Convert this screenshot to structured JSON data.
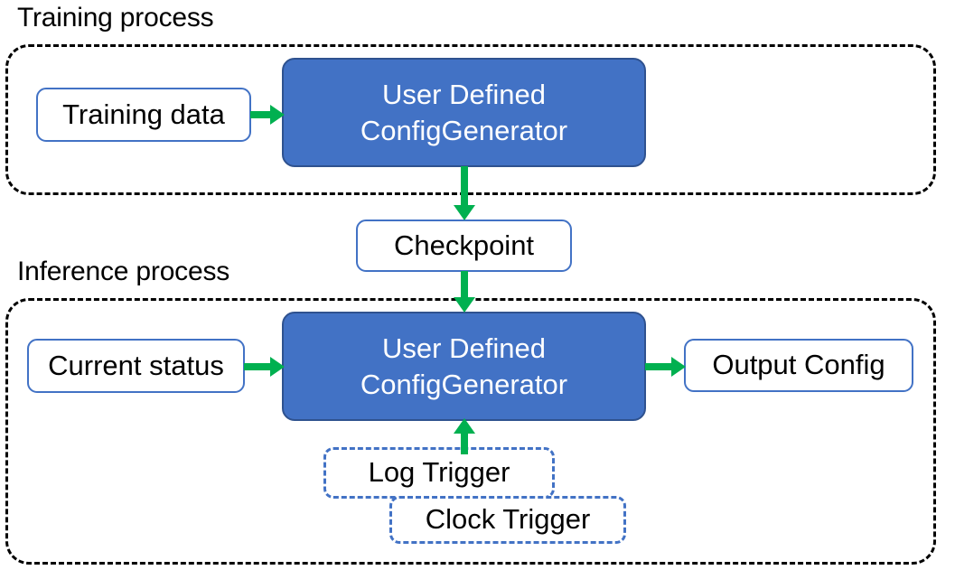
{
  "diagram": {
    "title_visible": false,
    "colors": {
      "process_fill": "#4272C5",
      "process_border": "#2F528F",
      "node_border": "#4272C5",
      "arrow": "#00B050",
      "group_border": "#000000",
      "node_fill": "#FFFFFF",
      "process_text": "#FFFFFF",
      "node_text": "#000000"
    },
    "sections": [
      {
        "id": "training",
        "caption": "Training process"
      },
      {
        "id": "inference",
        "caption": "Inference process"
      }
    ],
    "nodes": {
      "training_data": {
        "label": "Training data",
        "style": "solid-outline",
        "section": "training"
      },
      "generator_training": {
        "line1": "User Defined",
        "line2": "ConfigGenerator",
        "style": "filled-blue",
        "section": "training"
      },
      "checkpoint": {
        "label": "Checkpoint",
        "style": "solid-outline",
        "section": "between"
      },
      "current_status": {
        "label": "Current status",
        "style": "solid-outline",
        "section": "inference"
      },
      "generator_inference": {
        "line1": "User Defined",
        "line2": "ConfigGenerator",
        "style": "filled-blue",
        "section": "inference"
      },
      "output_config": {
        "label": "Output Config",
        "style": "solid-outline",
        "section": "inference"
      },
      "log_trigger": {
        "label": "Log Trigger",
        "style": "dashed-outline",
        "section": "inference"
      },
      "clock_trigger": {
        "label": "Clock Trigger",
        "style": "dashed-outline",
        "section": "inference"
      }
    },
    "edges": [
      {
        "id": "data-to-gen",
        "from": "training_data",
        "to": "generator_training",
        "direction": "right",
        "label": ""
      },
      {
        "id": "gen-to-ckpt",
        "from": "generator_training",
        "to": "checkpoint",
        "direction": "down",
        "label": ""
      },
      {
        "id": "ckpt-to-gen",
        "from": "checkpoint",
        "to": "generator_inference",
        "direction": "down",
        "label": ""
      },
      {
        "id": "status-to-gen",
        "from": "current_status",
        "to": "generator_inference",
        "direction": "right",
        "label": ""
      },
      {
        "id": "gen-to-output",
        "from": "generator_inference",
        "to": "output_config",
        "direction": "right",
        "label": ""
      },
      {
        "id": "trigger-to-gen",
        "from": "log_trigger",
        "to": "generator_inference",
        "direction": "up",
        "label": ""
      }
    ]
  }
}
